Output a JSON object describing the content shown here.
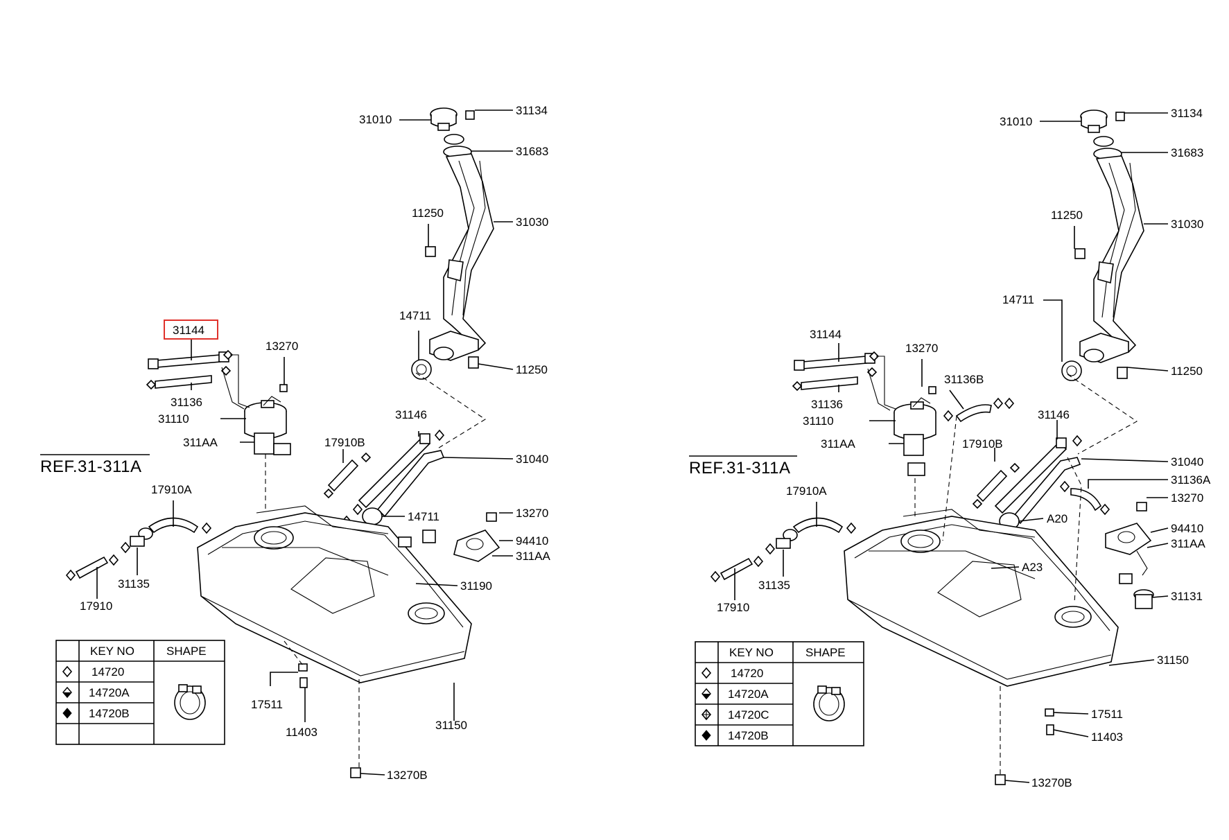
{
  "highlight_label": "31144",
  "left": {
    "ref": "REF.31-311A",
    "labels": {
      "31010": "31010",
      "31134": "31134",
      "31683": "31683",
      "11250a": "11250",
      "31030": "31030",
      "14711a": "14711",
      "31144": "31144",
      "13270a": "13270",
      "11250b": "11250",
      "31136": "31136",
      "31110": "31110",
      "31146": "31146",
      "311AAa": "311AA",
      "17910B": "17910B",
      "31040": "31040",
      "17910A": "17910A",
      "14711b": "14711",
      "13270b": "13270",
      "94410": "94410",
      "311AAb": "311AA",
      "31135": "31135",
      "31190": "31190",
      "17910": "17910",
      "17511": "17511",
      "11403": "11403",
      "31150": "31150",
      "13270B": "13270B"
    },
    "key_table": {
      "header_key": "KEY NO",
      "header_shape": "SHAPE",
      "rows": [
        "14720",
        "14720A",
        "14720B",
        ""
      ]
    }
  },
  "right": {
    "ref": "REF.31-311A",
    "labels": {
      "31010": "31010",
      "31134": "31134",
      "31683": "31683",
      "11250a": "11250",
      "31030": "31030",
      "14711": "14711",
      "31144": "31144",
      "13270a": "13270",
      "11250b": "11250",
      "31136": "31136",
      "31136B": "31136B",
      "31110": "31110",
      "31146": "31146",
      "311AAa": "311AA",
      "17910B": "17910B",
      "31040": "31040",
      "31136A": "31136A",
      "17910A": "17910A",
      "13270b": "13270",
      "A20": "A20",
      "94410": "94410",
      "311AAb": "311AA",
      "31135": "31135",
      "A23": "A23",
      "31131": "31131",
      "17910": "17910",
      "31150": "31150",
      "17511": "17511",
      "11403": "11403",
      "13270B": "13270B"
    },
    "key_table": {
      "header_key": "KEY NO",
      "header_shape": "SHAPE",
      "rows": [
        "14720",
        "14720A",
        "14720C",
        "14720B"
      ]
    }
  }
}
